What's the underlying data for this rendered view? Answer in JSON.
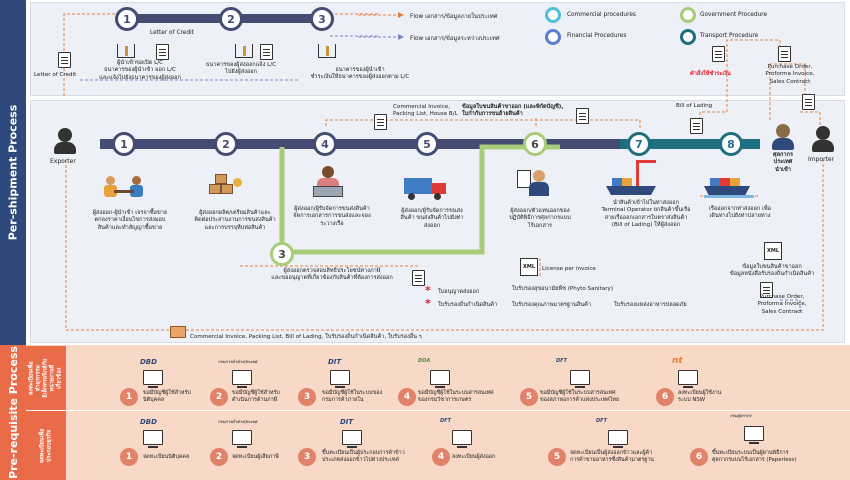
{
  "side_titles": {
    "main": "Per-shipment Process",
    "pre": "Pre-requisite Process"
  },
  "sub_titles": {
    "pre1": "ลงทะเบียนเพื่อ\nทำธุรกรรม\nอิเล็กทรอนิกส์กับ\nหน่วยงานที่\nเกี่ยวข้อง",
    "pre2": "จดทะเบียนเพื่อ\nประกอบธุรกิจ"
  },
  "legend": {
    "flow_docs": "Flow เอกสาร/ข้อมูลภายในประเทศ",
    "flow_foreign": "Flow เอกสาร/ข้อมูลระหว่างประเทศ",
    "commercial": "Commercial procedures",
    "financial": "Financial Procedures",
    "government": "Government Procedure",
    "transport": "Transport Procedure"
  },
  "lc": {
    "title": "Letter of Credit",
    "n1": "1",
    "n2": "2",
    "n3": "3",
    "step1": "ผู้นำเข้าขอเปิด L/C\nธนาคารของผู้นำเข้า ออก L/C\nและแจ้งไปยังธนาคารของผู้ส่งออก",
    "step2": "ธนาคารของผู้ส่งออกแจ้ง L/C\nไปยังผู้ส่งออก",
    "step3": "ธนาคารของผู้นำเข้า\nชำระเงินให้ธนาคารของผู้ส่งออกตาม L/C",
    "left_doc": "Letter of Credit"
  },
  "top_right": {
    "red_note": "คำสั่งให้ชำระเงิน",
    "po": "Purchase Order,\nProforma Invoice,\nSales Contract"
  },
  "actors": {
    "exporter": "Exporter",
    "importer": "Importer",
    "customs": "ศุลกากร\nประเทศ\nนำเข้า"
  },
  "steps": {
    "s1": {
      "num": "1",
      "text": "ผู้ส่งออก-ผู้นำเข้า เจรจาซื้อขาย\nตกลงราคาเงื่อนไขการส่งมอบ\nสินค้าและทำสัญญาซื้อขาย"
    },
    "s2": {
      "num": "2",
      "text": "ผู้ส่งออกผลิต/เตรียมสินค้าและ\nติดต่อประสานงานการขนส่งสินค้า\nและการบรรจุหีบห่อสินค้า"
    },
    "s3": {
      "num": "3",
      "text": "ผู้ส่งออกตรวจสอบสิทธิประโยชน์ทางภาษี\nและขออนุญาตที่เกี่ยวข้องกับสินค้าที่ต้องการส่งออก"
    },
    "s4": {
      "num": "4",
      "text": "ผู้ส่งออก/ผู้รับจัดการขนส่งสินค้า\nจัดการเอกสารการขนส่งและจอง\nระวางเรือ"
    },
    "s5": {
      "num": "5",
      "text": "ผู้ส่งออก/ผู้รับจัดการขนส่ง\nสินค้า ขนส่งสินค้าไปยังท่า\nส่งออก"
    },
    "s6": {
      "num": "6",
      "text": "ผู้ส่งออก/ตัวแทนออกของ\nปฏิบัติพิธีการศุลกากรแบบ\nไร้เอกสาร"
    },
    "s7": {
      "num": "7",
      "text": "นำสินค้าเข้าไปในท่าส่งออก\nTerminal Operator ยกสินค้าขึ้นเรือ\nสายเรือออกเอกสารใบตราส่งสินค้า\n(Bill of Lading) ให้ผู้ส่งออก"
    },
    "s8": {
      "num": "8",
      "text": "เรือออกจากท่าส่งออก เพื่อ\nเดินทางไปยังท่าปลายทาง"
    }
  },
  "docs": {
    "commercial_invoice": "Commercial Invoice,\nPacking List, House B/L",
    "export_data": "ข้อมูลใบขนสินค้าขาออก (และพิกัดบัญชี),\nใบกำกับการขนย้ายสินค้า",
    "bill_of_lading": "Bill of Lading",
    "license": "License per invoice",
    "phyto": "ใบรับรองสุขอนามัยพืช (Phyto Sanitary)",
    "export_permit": "ใบอนุญาตส่งออก",
    "origin_cert": "ใบรับรองถิ่นกำเนิดสินค้า",
    "quality_cert": "ใบรับรองคุณภาพมาตรฐานสินค้า",
    "safety_cert": "ใบรับรองแหล่งอาหารปลอดภัย",
    "xml_right": "ข้อมูลใบขนสินค้าขาออก\nข้อมูลหนังสือรับรองถิ่นกำเนิดสินค้า",
    "po_bottom": "Purchase Order,\nProforma Invoice,\nSales Contract",
    "bottom_flow": "Commercial Invoice, Packing List, Bill of Lading, ใบรับรองถิ่นกำเนิดสินค้า, ใบรับรองอื่น ๆ",
    "xml": "XML"
  },
  "pre1": [
    {
      "num": "1",
      "logo": "DBD",
      "text": "ขอมีบัญชีผู้ใช้สำหรับ\nนิติบุคคล"
    },
    {
      "num": "2",
      "logo": "กรมการค้าต่างประเทศ",
      "text": "ขอมีบัญชีผู้ใช้สำหรับ\nดำเนินการด้านภาษี"
    },
    {
      "num": "3",
      "logo": "DIT",
      "text": "ขอมีบัญชีผู้ใช้ในระบบของ\nกรมการค้าภายใน"
    },
    {
      "num": "4",
      "logo": "DOA",
      "text": "ขอมีบัญชีผู้ใช้ในระบบสารสนเทศ\nของกรมวิชาการเกษตร"
    },
    {
      "num": "5",
      "logo": "DFT",
      "text": "ขอมีบัญชีผู้ใช้ในระบบสารสนเทศ\nของสภาหอการค้าแห่งประเทศไทย"
    },
    {
      "num": "6",
      "logo": "nt",
      "text": "ลงทะเบียนผู้ใช้งาน\nระบบ NSW"
    }
  ],
  "pre2": [
    {
      "num": "1",
      "logo": "DBD",
      "text": "จดทะเบียนนิติบุคคล"
    },
    {
      "num": "2",
      "logo": "กรมการค้าต่างประเทศ",
      "text": "จดทะเบียนผู้เสียภาษี"
    },
    {
      "num": "3",
      "logo": "DIT",
      "text": "ขึ้นทะเบียนเป็นผู้ประกอบการค้าข้าว\nประเภทส่งออกข้าวไปต่างประเทศ"
    },
    {
      "num": "4",
      "logo": "DFT",
      "text": "ลงทะเบียนผู้ส่งออก"
    },
    {
      "num": "5",
      "logo": "DFT",
      "text": "จดทะเบียนเป็นผู้ส่งออกข้าวและผู้ค้า\nการค้าขายอาหารซึ่งสินค้ามาตรฐาน"
    },
    {
      "num": "6",
      "logo": "กรมศุลกากร",
      "text": "ขึ้นทะเบียนระบบเป็นผู้ผ่านพิธีการ\nศุลกากรแบบไร้เอกสาร (Paperless)"
    }
  ],
  "colors": {
    "side": "#2e4a7c",
    "pre_band": "#f8d8c6",
    "pre_side": "#ea6b47",
    "navy": "#444c73",
    "transport": "#1f6f80",
    "gov": "#a7cd7a",
    "commercial": "#4cbfdc",
    "financial": "#5b7ecb",
    "arrow": "#e8803c"
  }
}
